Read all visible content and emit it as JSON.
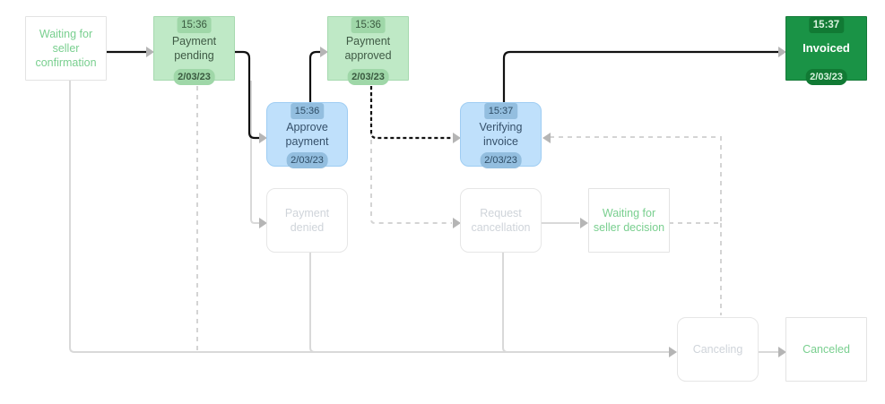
{
  "diagram": {
    "nodes": {
      "waiting_seller_confirmation": {
        "label": "Waiting for seller confirmation"
      },
      "payment_pending": {
        "label": "Payment pending",
        "time": "15:36",
        "date": "2/03/23"
      },
      "payment_approved": {
        "label": "Payment approved",
        "time": "15:36",
        "date": "2/03/23"
      },
      "invoiced": {
        "label": "Invoiced",
        "time": "15:37",
        "date": "2/03/23"
      },
      "approve_payment": {
        "label": "Approve payment",
        "time": "15:36",
        "date": "2/03/23"
      },
      "verifying_invoice": {
        "label": "Verifying invoice",
        "time": "15:37",
        "date": "2/03/23"
      },
      "payment_denied": {
        "label": "Payment denied"
      },
      "request_cancellation": {
        "label": "Request cancellation"
      },
      "waiting_seller_decision": {
        "label": "Waiting for seller decision"
      },
      "canceling": {
        "label": "Canceling"
      },
      "canceled": {
        "label": "Canceled"
      }
    },
    "colors": {
      "completed_path": "#111111",
      "future_path": "#cfcfcf",
      "completed_state": "#bfe9c6",
      "current_state": "#1a9346",
      "completed_task": "#bfe0fb"
    }
  }
}
